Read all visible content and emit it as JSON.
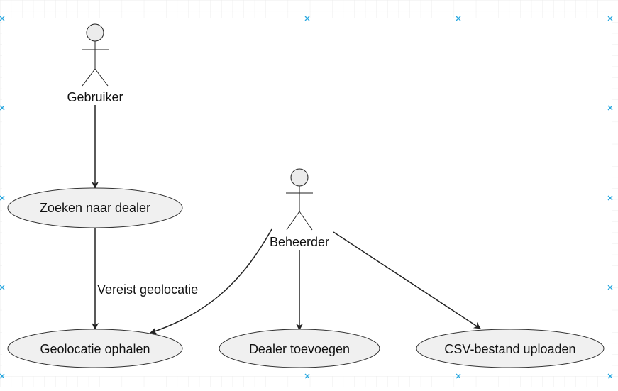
{
  "actors": {
    "gebruiker": {
      "label": "Gebruiker"
    },
    "beheerder": {
      "label": "Beheerder"
    }
  },
  "use_cases": {
    "zoeken": "Zoeken naar dealer",
    "geolocatie": "Geolocatie ophalen",
    "dealer_toevoegen": "Dealer toevoegen",
    "csv_upload": "CSV-bestand uploaden"
  },
  "relations": {
    "vereist_label": "Vereist geolocatie"
  },
  "colors": {
    "grid": "#e6e6e6",
    "handle": "#29a8e0",
    "usecase_fill": "#f0f0f0",
    "stroke": "#222222"
  }
}
